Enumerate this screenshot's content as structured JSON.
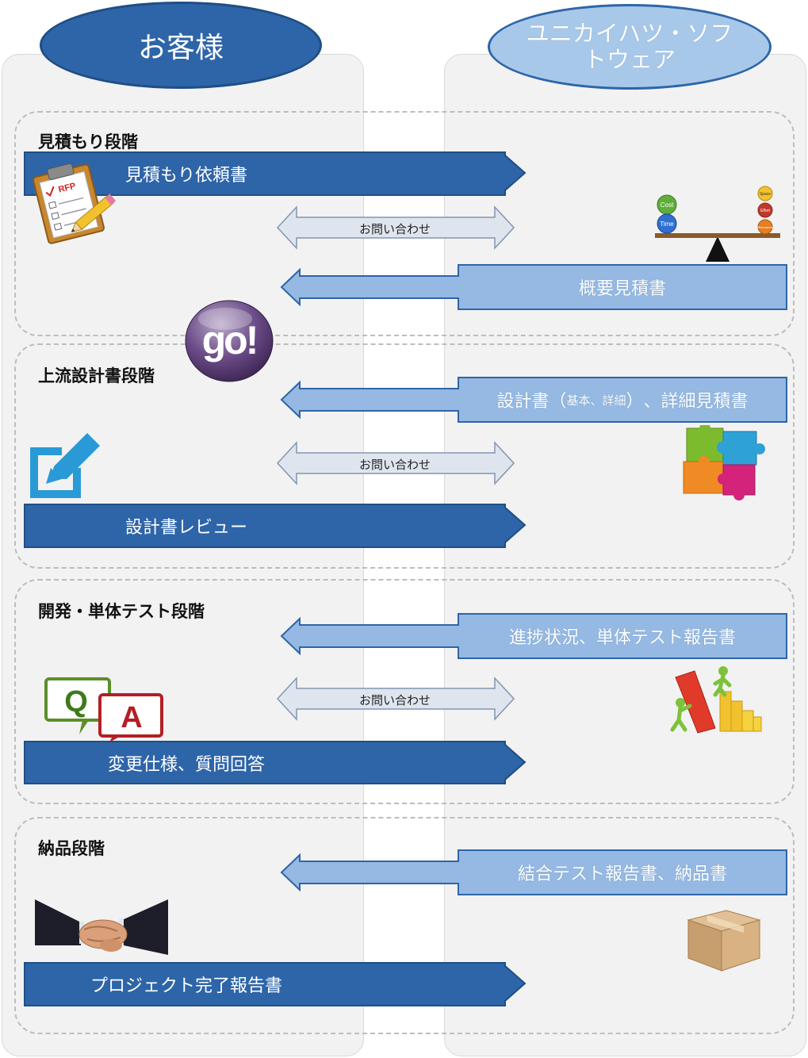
{
  "header": {
    "customer": "お客様",
    "vendor": "ユニカイハツ・ソフトウェア"
  },
  "phases": [
    {
      "title": "見積もり段階",
      "to_vendor": "見積もり依頼書",
      "inquiry": "お問い合わせ",
      "to_customer": "概要見積書"
    },
    {
      "title": "上流設計書段階",
      "to_customer_main": "設計書",
      "to_customer_paren_open": "（",
      "to_customer_note": "基本、詳細",
      "to_customer_paren_close": "）",
      "to_customer_rest": "、詳細見積書",
      "inquiry": "お問い合わせ",
      "to_vendor": "設計書レビュー"
    },
    {
      "title": "開発・単体テスト段階",
      "to_customer": "進捗状況、単体テスト報告書",
      "inquiry": "お問い合わせ",
      "to_vendor": "変更仕様、質問回答"
    },
    {
      "title": "納品段階",
      "to_customer": "結合テスト報告書、納品書",
      "to_vendor": "プロジェクト完了報告書"
    }
  ],
  "icons": {
    "rfp_clipboard": {
      "name": "clipboard-pencil-icon",
      "text": "RFP"
    },
    "scale": {
      "name": "balance-scale-icon",
      "left": [
        "Cost",
        "Time"
      ],
      "right": [
        "Space",
        "Effort",
        "Resources"
      ]
    },
    "go_badge": {
      "name": "go-badge-icon",
      "text": "go!"
    },
    "edit": {
      "name": "edit-pencil-icon"
    },
    "puzzle": {
      "name": "puzzle-icon"
    },
    "qa": {
      "name": "qa-bubbles-icon",
      "q": "Q",
      "a": "A"
    },
    "growth": {
      "name": "bar-chart-figures-icon"
    },
    "handshake": {
      "name": "handshake-icon"
    },
    "box": {
      "name": "cardboard-box-icon"
    }
  },
  "colors": {
    "dark_arrow": "#2e65a8",
    "light_arrow": "#95b9e2",
    "inquiry_arrow": "#dfe5ee",
    "panel": "#f2f2f2"
  }
}
